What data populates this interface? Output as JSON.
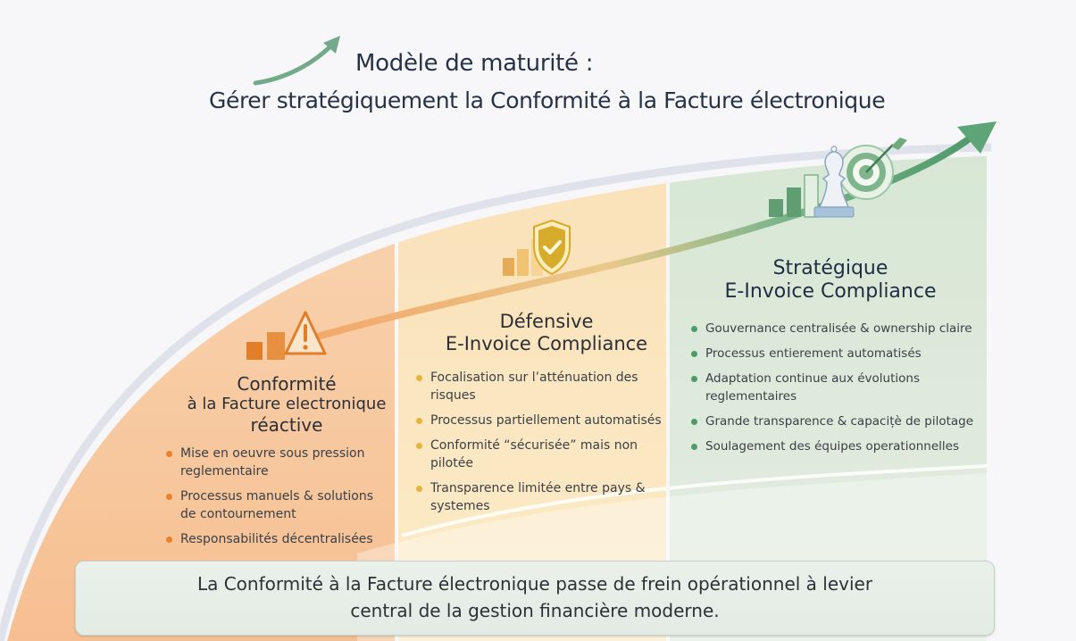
{
  "header": {
    "title_line1": "Modèle de maturité :",
    "title_line2": "Gérer stratégiquement la Conformité à la Facture électronique",
    "icon": "growth-arrow-icon"
  },
  "stages": [
    {
      "id": "reactive",
      "heading_line1": "Conformité",
      "heading_line2": "à la Facture electronique",
      "heading_line3": "réactive",
      "icon": "warning-triangle-with-bars-icon",
      "accent": "#e8822a",
      "bullets": [
        "Mise en oeuvre sous pression reglementaire",
        "Processus manuels & solutions de contournement",
        "Responsabilités décentralisées"
      ]
    },
    {
      "id": "defensive",
      "heading_line1": "Défensive",
      "heading_line2": "E-Invoice Compliance",
      "icon": "shield-check-with-bars-icon",
      "accent": "#e4b53a",
      "bullets": [
        "Focalisation sur l’atténuation des risques",
        "Processus partiellement automatisés",
        "Conformité “sécurisée” mais non pilotée",
        "Transparence limitée entre pays & systemes"
      ]
    },
    {
      "id": "strategic",
      "heading_line1": "Stratégique",
      "heading_line2": "E-Invoice Compliance",
      "icon": "chess-target-with-bars-icon",
      "accent": "#4f9a6a",
      "bullets": [
        "Gouvernance centralisée & ownership claire",
        "Processus entierement automatisés",
        "Adaptation continue aux évolutions reglementaires",
        "Grande transparence & capacițè de pilotage",
        "Soulagement des équipes operationnelles"
      ]
    }
  ],
  "footer": {
    "line1": "La Conformité à la Facture électronique passe de frein opérationnel à levier",
    "line2": "central de la gestion financière moderne."
  },
  "colors": {
    "reactive_bg": "#f7c9a0",
    "defensive_bg": "#fbe3b4",
    "strategic_bg": "#dde9dc",
    "arrow_green": "#5da477",
    "title_text": "#263246"
  }
}
